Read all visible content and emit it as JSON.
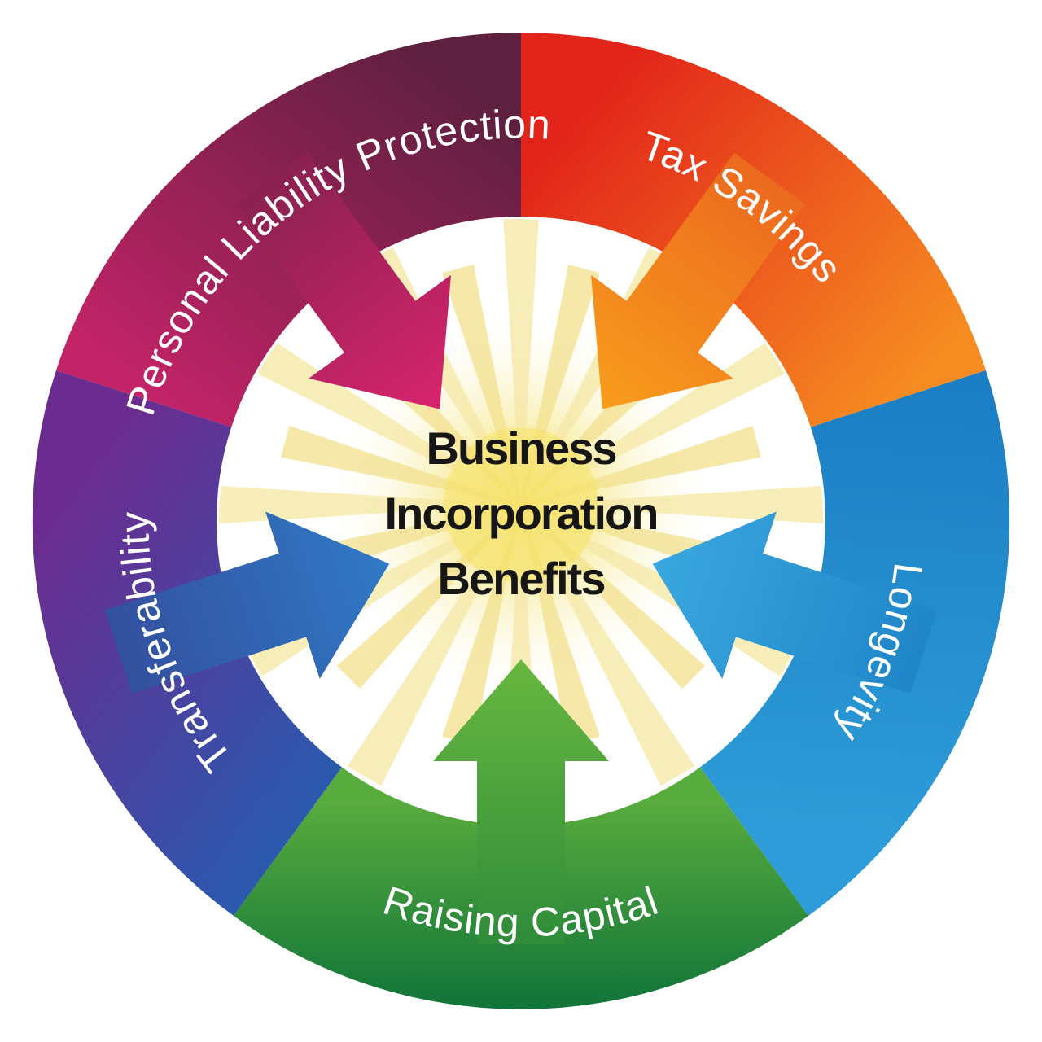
{
  "diagram": {
    "center_title": {
      "line1": "Business",
      "line2": "Incorporation",
      "line3": "Benefits"
    },
    "segments": [
      {
        "id": "personal-liability-protection",
        "label": "Personal Liability Protection",
        "ring_colors": [
          "#5E203F",
          "#C22367"
        ],
        "arrow_colors": [
          "#8A2150",
          "#D8246E"
        ]
      },
      {
        "id": "tax-savings",
        "label": "Tax Savings",
        "ring_colors": [
          "#E2241A",
          "#F68B21"
        ],
        "arrow_colors": [
          "#EC6A1F",
          "#F89C1C"
        ]
      },
      {
        "id": "longevity",
        "label": "Longevity",
        "ring_colors": [
          "#1A7CC2",
          "#2E9CD8"
        ],
        "arrow_colors": [
          "#1F86C8",
          "#3AA7DF"
        ]
      },
      {
        "id": "raising-capital",
        "label": "Raising Capital",
        "ring_colors": [
          "#58AB3D",
          "#0F7339"
        ],
        "arrow_colors": [
          "#2F8C3A",
          "#68B73F"
        ]
      },
      {
        "id": "transferability",
        "label": "Transferability",
        "ring_colors": [
          "#6B2C90",
          "#2C58AE"
        ],
        "arrow_colors": [
          "#33509E",
          "#3079C6"
        ]
      }
    ],
    "sunburst": {
      "core_color": "#F5E163",
      "ray_color_long": "#F5E9A8",
      "ray_color_short": "#F1E08C"
    },
    "background_color": "#FFFFFF"
  }
}
